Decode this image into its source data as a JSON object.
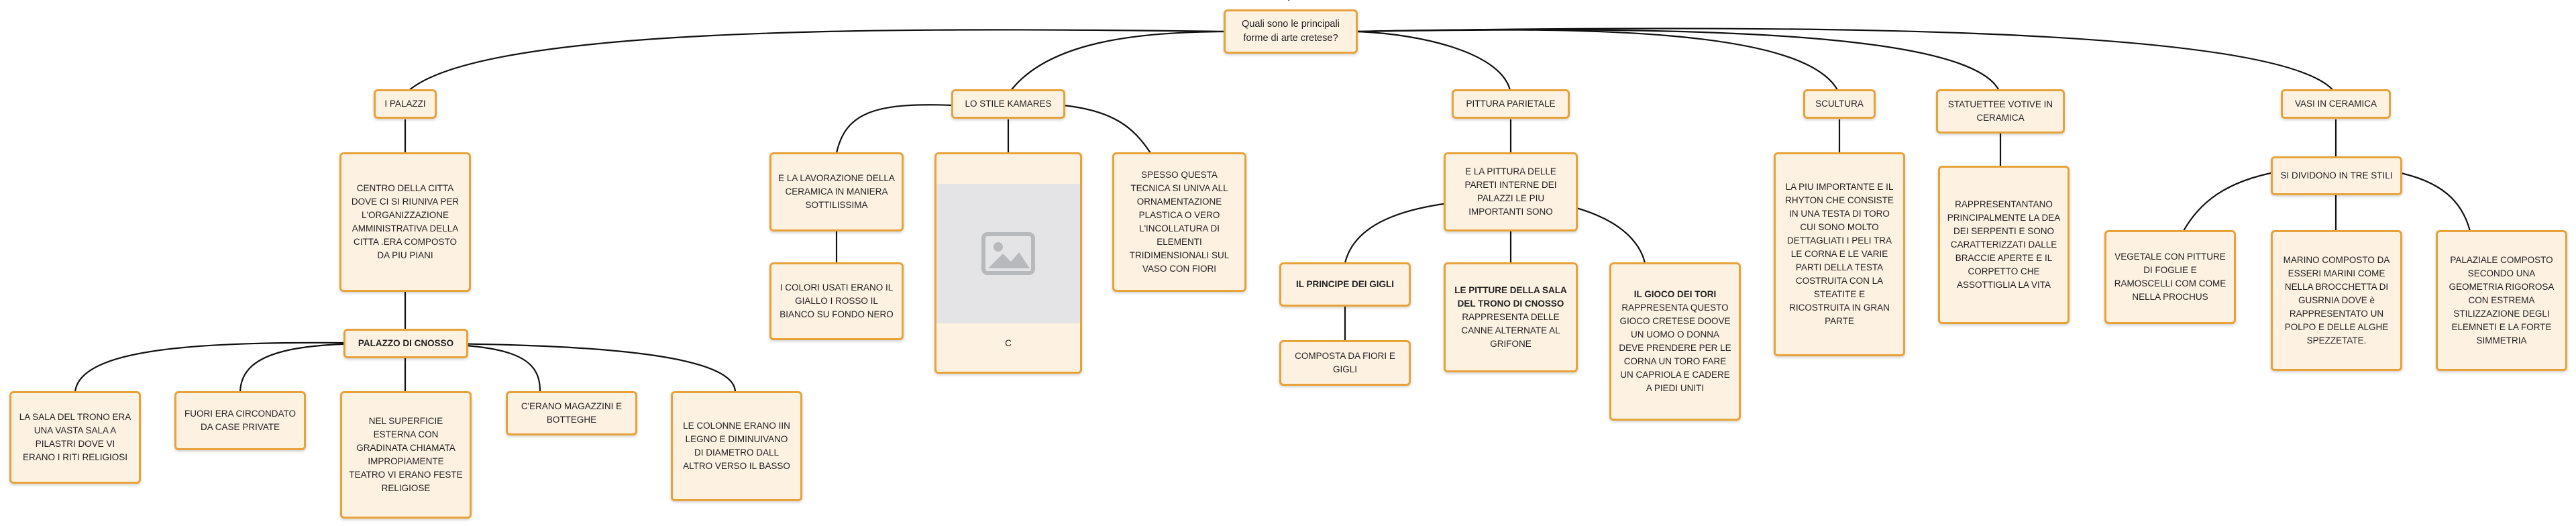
{
  "root": {
    "label": "Quali sono le principali forme di arte cretese?"
  },
  "palazzi": {
    "label": "I PALAZZI",
    "centro": "CENTRO DELLA CITTA DOVE CI SI RIUNIVA PER L'ORGANIZZAZIONE AMMINISTRATIVA DELLA CITTA .ERA COMPOSTO DA PIU PIANI",
    "cnosso": "PALAZZO DI CNOSSO",
    "children": [
      "LA SALA DEL TRONO  ERA UNA VASTA SALA A PILASTRI DOVE VI ERANO I RITI RELIGIOSI",
      "FUORI ERA CIRCONDATO DA CASE PRIVATE",
      "NEL SUPERFICIE ESTERNA CON GRADINATA CHIAMATA IMPROPIAMENTE TEATRO VI ERANO FESTE RELIGIOSE",
      "C'ERANO MAGAZZINI E BOTTEGHE",
      "LE COLONNE ERANO IIN LEGNO E DIMINUIVANO DI DIAMETRO DALL ALTRO VERSO IL BASSO"
    ]
  },
  "kamares": {
    "label": "LO STILE KAMARES",
    "ceramica": "E LA LAVORAZIONE DELLA CERAMICA IN MANIERA SOTTILISSIMA",
    "colori": "I COLORI USATI ERANO IL GIALLO I ROSSO IL BIANCO SU FONDO NERO",
    "image_caption": "C",
    "image_icon": "image-placeholder-icon",
    "spesso": "SPESSO QUESTA TECNICA SI UNIVA ALL ORNAMENTAZIONE PLASTICA O VERO L'INCOLLATURA DI ELEMENTI TRIDIMENSIONALI SUL VASO CON FIORI"
  },
  "pittura": {
    "label": "PITTURA PARIETALE",
    "desc": "E LA PITTURA DELLE PARETI INTERNE DEI PALAZZI LE PIU IMPORTANTI SONO",
    "principe": "IL PRINCIPE DEI GIGLI",
    "principe_desc": "COMPOSTA DA FIORI E GIGLI",
    "sala_title": "LE PITTURE DELLA SALA DEL TRONO DI CNOSSO",
    "sala_desc": "RAPPRESENTA DELLE CANNE ALTERNATE AL GRIFONE",
    "tori_title": "IL GIOCO DEI TORI",
    "tori_desc": "RAPPRESENTA QUESTO GIOCO CRETESE DOOVE UN UOMO O DONNA DEVE PRENDERE PER LE CORNA UN TORO FARE UN CAPRIOLA E CADERE A PIEDI UNITI"
  },
  "scultura": {
    "label": "SCULTURA",
    "desc": "LA PIU IMPORTANTE E IL RHYTON CHE CONSISTE IN UNA TESTA DI TORO CUI SONO MOLTO DETTAGLIATI I PELI TRA LE CORNA E LE VARIE PARTI DELLA TESTA COSTRUITA CON LA STEATITE E RICOSTRUITA IN GRAN PARTE"
  },
  "statuette": {
    "label": "STATUETTEE VOTIVE IN CERAMICA",
    "desc": "RAPPRESENTANTANO PRINCIPALMENTE LA DEA DEI SERPENTI E SONO CARATTERIZZATI DALLE BRACCIE APERTE E IL CORPETTO CHE ASSOTTIGLIA LA VITA"
  },
  "vasi": {
    "label": "VASI IN CERAMICA",
    "stili": "SI DIVIDONO IN TRE STILI",
    "vegetale": "VEGETALE  CON PITTURE DI FOGLIE E RAMOSCELLI COM COME NELLA PROCHUS",
    "marino": "MARINO COMPOSTO DA ESSERI MARINI COME NELLA BROCCHETTA DI GUSRNIA DOVE è RAPPRESENTATO UN POLPO E DELLE ALGHE SPEZZETATE.",
    "palaziale": "PALAZIALE COMPOSTO SECONDO UNA GEOMETRIA RIGOROSA CON ESTREMA STILIZZAZIONE DEGLI ELEMNETI E LA FORTE SIMMETRIA"
  },
  "colors": {
    "border": "#e8a23a",
    "fill": "#fdf1e2",
    "line": "#111111"
  }
}
